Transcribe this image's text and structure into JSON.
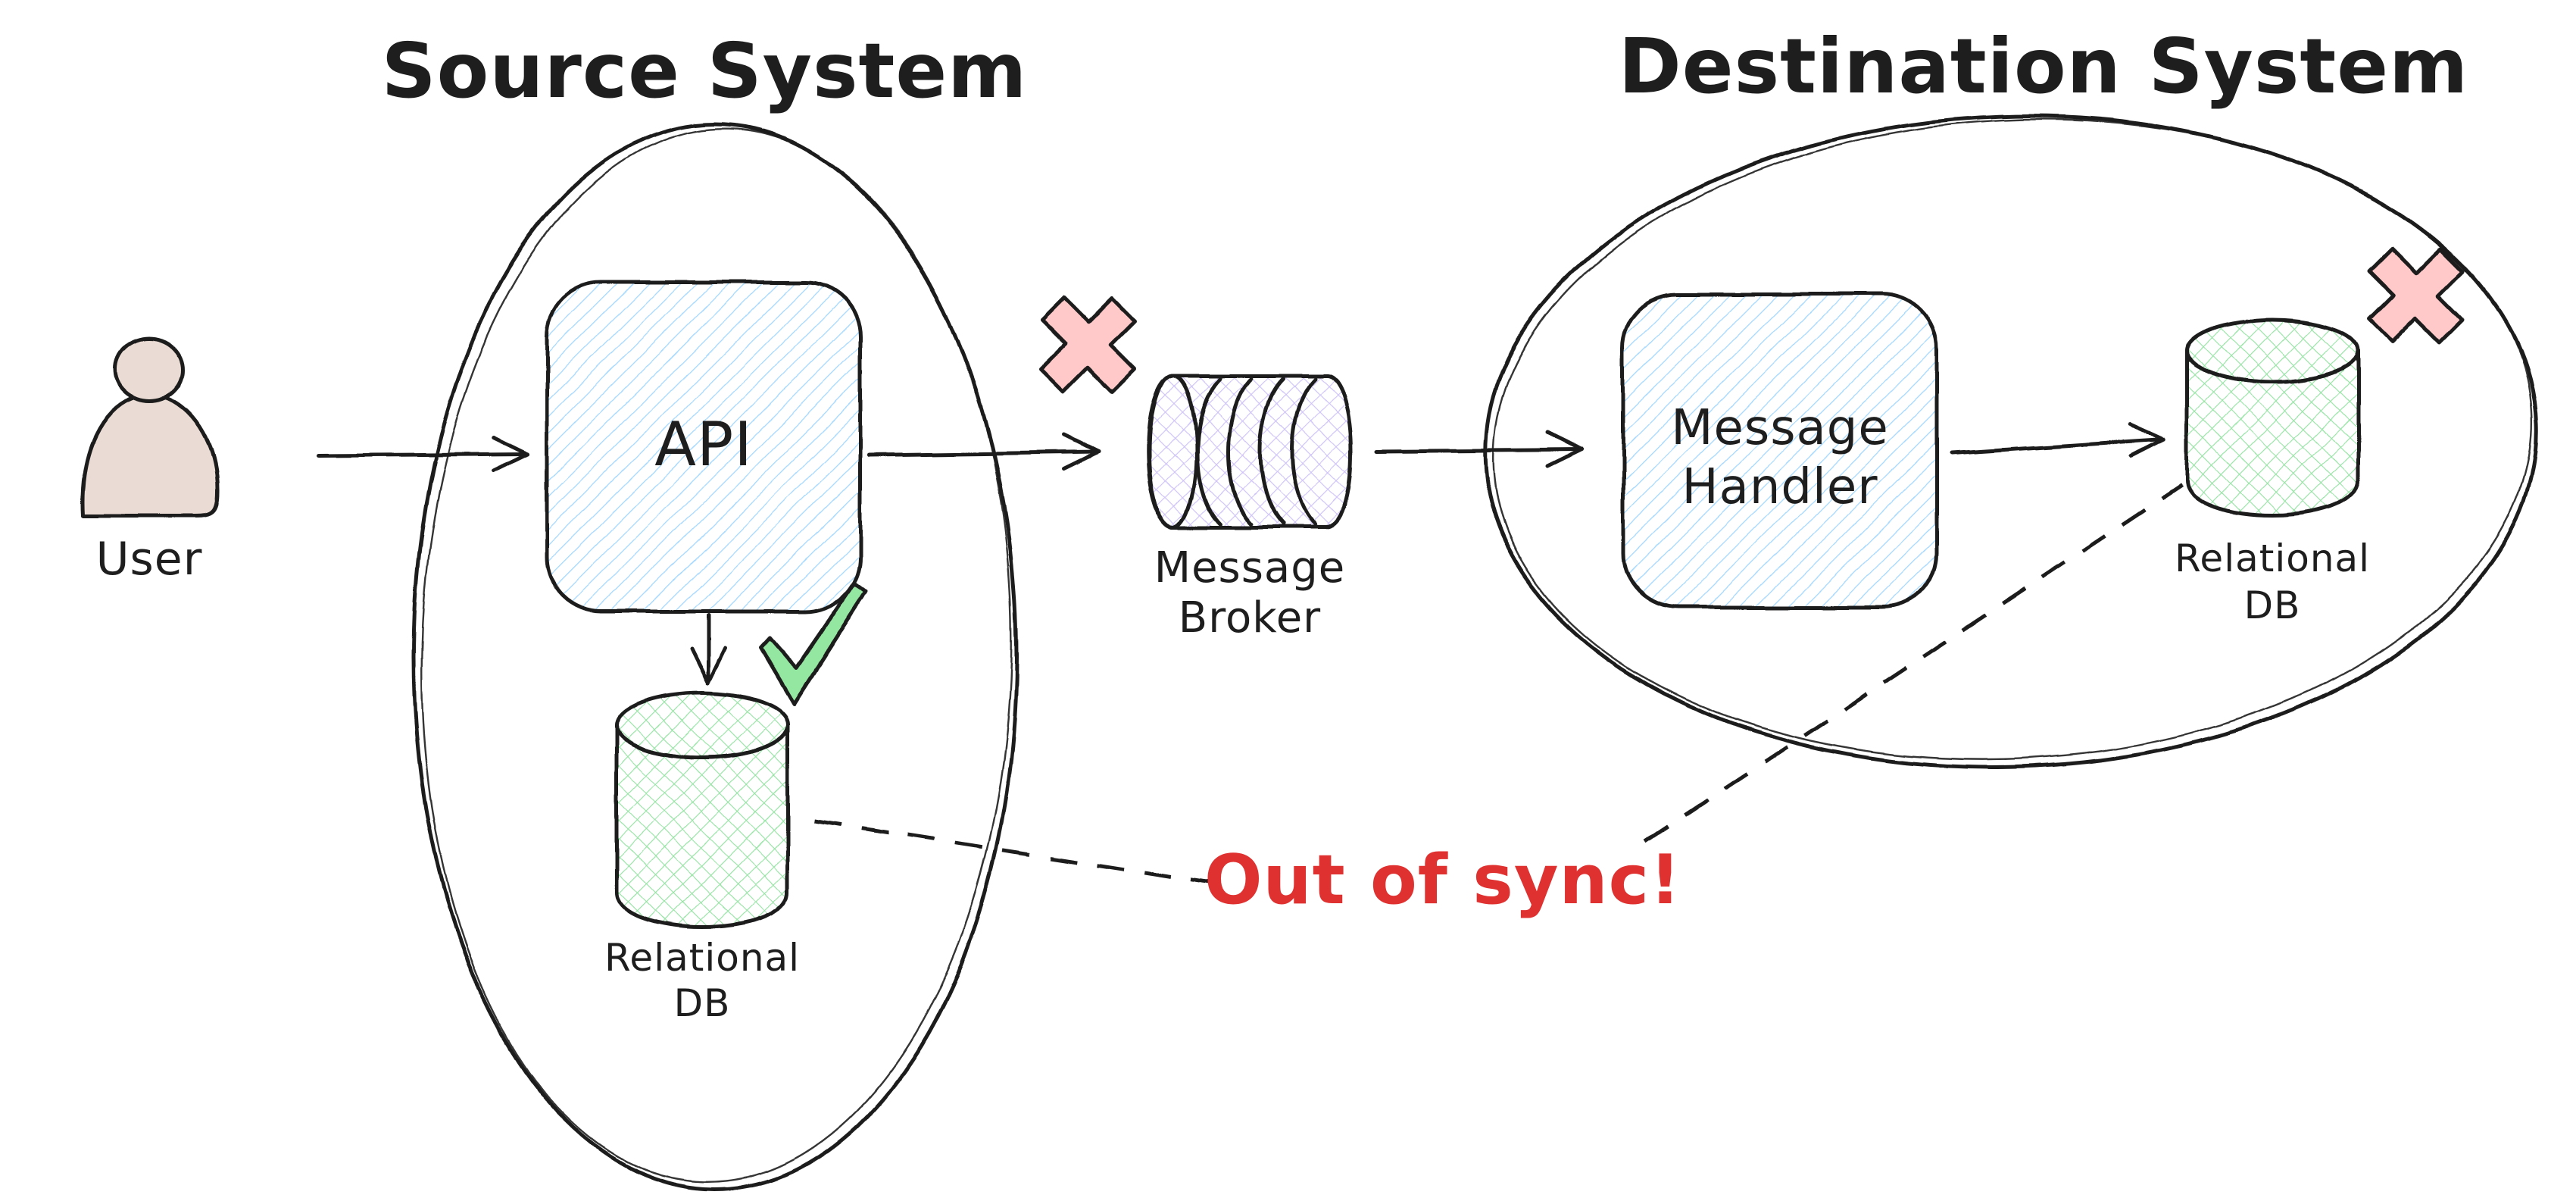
{
  "titles": {
    "source": "Source System",
    "destination": "Destination System"
  },
  "user": {
    "label": "User"
  },
  "nodes": {
    "api": {
      "label": "API"
    },
    "broker": {
      "line1": "Message",
      "line2": "Broker"
    },
    "handler": {
      "line1": "Message",
      "line2": "Handler"
    },
    "source_db": {
      "line1": "Relational",
      "line2": "DB"
    },
    "destination_db": {
      "line1": "Relational",
      "line2": "DB"
    }
  },
  "annotations": {
    "out_of_sync": "Out of sync!"
  },
  "icons": {
    "source_publish_blocked": "x-icon",
    "destination_write_blocked": "x-icon",
    "source_db_write_ok": "check-icon"
  },
  "colors": {
    "stroke": "#1e1e1e",
    "text_dark": "#1e1e1e",
    "text_red": "#e03131",
    "hatch_blue": "#a5d8ff",
    "hatch_green": "#96e3a4",
    "hatch_purple": "#cfc3f8",
    "fill_pink": "#ffc9c9",
    "fill_green": "#94e7a0",
    "fill_beige": "#eadcd4"
  }
}
